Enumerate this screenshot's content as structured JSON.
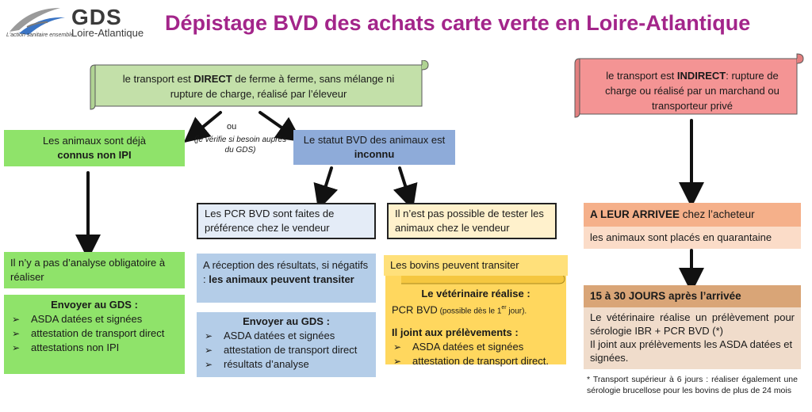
{
  "header": {
    "logo_name": "GDS",
    "logo_region": "Loire-Atlantique",
    "logo_tagline": "L'action sanitaire ensemble",
    "title": "Dépistage BVD des achats carte verte en Loire-Atlantique"
  },
  "direct": {
    "prefix": "le transport est ",
    "bold": "DIRECT",
    "suffix": " de ferme à ferme, sans mélange ni rupture de charge, réalisé par l’éleveur"
  },
  "indirect": {
    "prefix": "le transport est  ",
    "bold": "INDIRECT",
    "suffix": ": rupture de charge ou réalisé par un marchand ou transporteur privé"
  },
  "ou": {
    "word": "ou",
    "note": "(je vérifie si besoin auprès du GDS)"
  },
  "known": {
    "line1": "Les animaux sont déjà",
    "bold": "connus non IPI"
  },
  "unknown": {
    "line1": "Le statut BVD des animaux est",
    "bold": "inconnu"
  },
  "no_analysis": "Il n’y a pas d’analyse obligatoire à réaliser",
  "send_left": {
    "title": "Envoyer au GDS :",
    "items": [
      "ASDA datées et signées",
      "attestation de transport direct",
      "attestations non IPI"
    ]
  },
  "pcr_seller": "Les PCR BVD sont faites de préférence chez le vendeur",
  "reception": {
    "text": "A réception des résultats, si négatifs : ",
    "bold": "les animaux peuvent transiter"
  },
  "send_mid": {
    "title": "Envoyer au GDS :",
    "items": [
      "ASDA datées et signées",
      "attestation de transport direct",
      "résultats d’analyse"
    ]
  },
  "not_possible": "Il n’est pas possible de tester les animaux chez le vendeur",
  "may_transit": "Les bovins peuvent transiter",
  "vet_box": {
    "title": "Le vétérinaire réalise :",
    "pcr": "PCR BVD",
    "pcr_note": " (possible dès le 1",
    "pcr_sup": "er",
    "pcr_note_end": " jour).",
    "attach_title": "Il joint aux prélèvements :",
    "items": [
      "ASDA datées et signées",
      "attestation de transport direct."
    ]
  },
  "arrival": {
    "header_bold": "A LEUR ARRIVEE",
    "header_rest": " chez l’acheteur",
    "body": "les animaux sont placés en quarantaine"
  },
  "days": {
    "header": "15 à 30 JOURS après l’arrivée",
    "body1": "Le vétérinaire réalise un prélèvement pour sérologie IBR + PCR BVD (*)",
    "body2": "Il joint aux prélèvements les ASDA datées et signées.",
    "note": "* Transport supérieur à 6 jours : réaliser également une sérologie brucellose pour les bovins de plus de 24 mois"
  },
  "colors": {
    "title": "#a3258a",
    "green_scroll": "#c3e0a9",
    "green_box": "#8fe36a",
    "blue_head": "#8eabd9",
    "blue_light": "#b4cde8",
    "pale_blue": "#e4ecf7",
    "pale_yellow": "#fff1cc",
    "yellow": "#ffe07a",
    "gold": "#ffd75e",
    "red_scroll": "#f49494",
    "orange_head": "#f5b08a",
    "orange_light": "#fbdcc8",
    "brown_head": "#d9a577",
    "brown_light": "#f0dccb"
  }
}
